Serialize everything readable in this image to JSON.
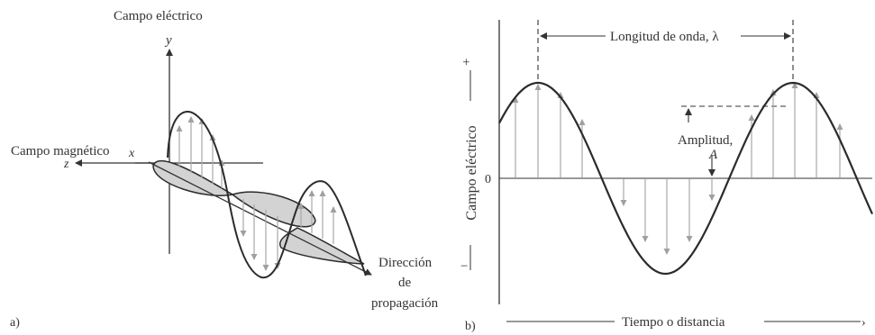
{
  "panel_a": {
    "label": "a)",
    "y_axis_title": "Campo eléctrico",
    "y_letter": "y",
    "x_letter": "x",
    "z_title": "Campo magnético",
    "z_letter": "z",
    "direction_line1": "Dirección",
    "direction_line2": "de",
    "direction_line3": "propagación"
  },
  "panel_b": {
    "label": "b)",
    "wavelength_label": "Longitud de onda, λ",
    "amplitude_label": "Amplitud,",
    "amplitude_symbol": "A",
    "zero_label": "0",
    "y_axis_label": "Campo eléctrico",
    "plus_label": "+",
    "minus_label": "−",
    "x_axis_label": "Tiempo o distancia"
  },
  "colors": {
    "curve": "#2b2b2b",
    "arrow": "#a8a8a8",
    "lobe_fill": "#d3d3d3",
    "axis": "#333333"
  }
}
